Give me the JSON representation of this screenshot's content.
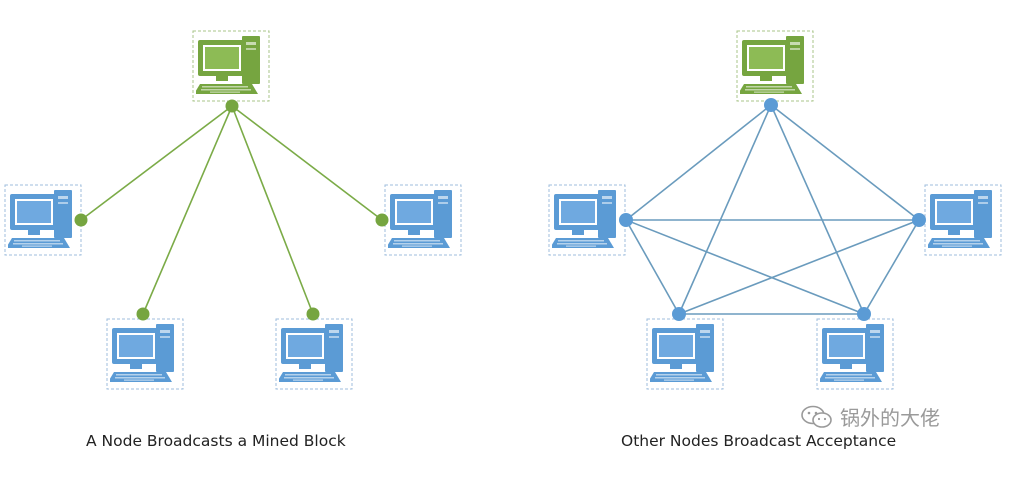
{
  "colors": {
    "green_fill": "#76a540",
    "green_dark": "#4f7a2a",
    "green_line": "#7bab47",
    "blue_fill": "#5b9bd5",
    "blue_dark": "#2f6aa8",
    "blue_line": "#6a9bbd"
  },
  "left_diagram": {
    "caption": "A Node Broadcasts a Mined Block",
    "center_node": "green-computer-icon",
    "peer_nodes": [
      "computer-icon",
      "computer-icon",
      "computer-icon",
      "computer-icon"
    ]
  },
  "right_diagram": {
    "caption": "Other Nodes Broadcast Acceptance",
    "nodes": [
      "green-computer-icon",
      "computer-icon",
      "computer-icon",
      "computer-icon",
      "computer-icon"
    ],
    "topology": "fully connected mesh"
  },
  "watermark": {
    "text": "锅外的大佬",
    "icon": "wechat-icon"
  }
}
